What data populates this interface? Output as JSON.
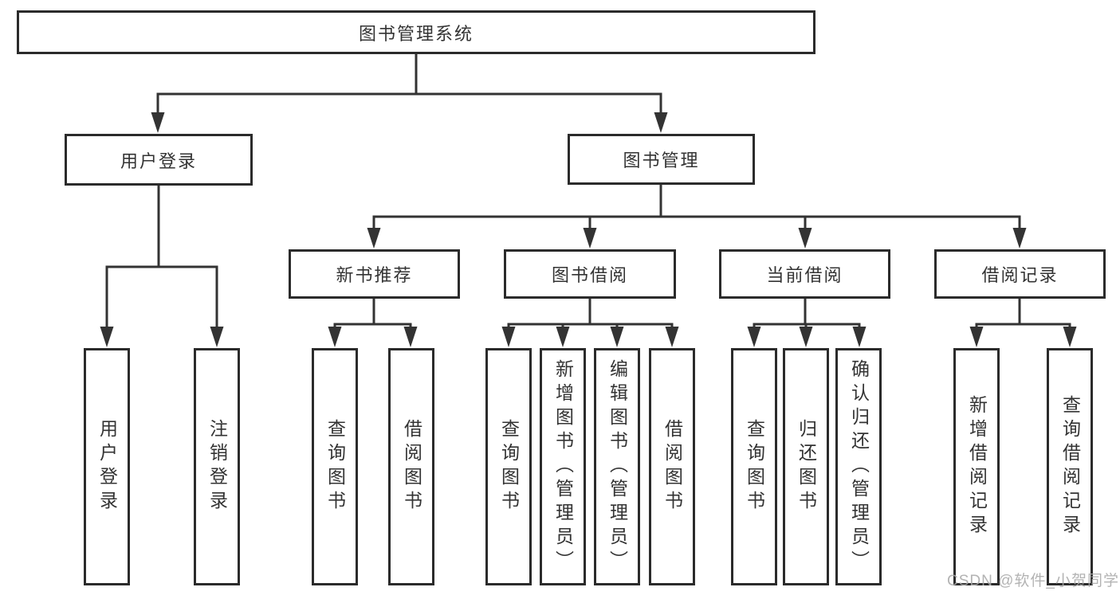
{
  "tree": {
    "root": {
      "label": "图书管理系统"
    },
    "branches": [
      {
        "label": "用户登录",
        "leaves": [
          {
            "label": "用户登录"
          },
          {
            "label": "注销登录"
          }
        ]
      },
      {
        "label": "图书管理",
        "groups": [
          {
            "label": "新书推荐",
            "leaves": [
              {
                "label": "查询图书"
              },
              {
                "label": "借阅图书"
              }
            ]
          },
          {
            "label": "图书借阅",
            "leaves": [
              {
                "label": "查询图书"
              },
              {
                "label": "新增图书（管理员）"
              },
              {
                "label": "编辑图书（管理员）"
              },
              {
                "label": "借阅图书"
              }
            ]
          },
          {
            "label": "当前借阅",
            "leaves": [
              {
                "label": "查询图书"
              },
              {
                "label": "归还图书"
              },
              {
                "label": "确认归还（管理员）"
              }
            ]
          },
          {
            "label": "借阅记录",
            "leaves": [
              {
                "label": "新增借阅记录"
              },
              {
                "label": "查询借阅记录"
              }
            ]
          }
        ]
      }
    ]
  },
  "watermark": {
    "text": "CSDN @软件_小贺同学"
  },
  "colors": {
    "line": "#333333",
    "box_border": "#2b2b2b",
    "text": "#333333",
    "background": "#ffffff",
    "watermark": "#a9a9a9"
  }
}
